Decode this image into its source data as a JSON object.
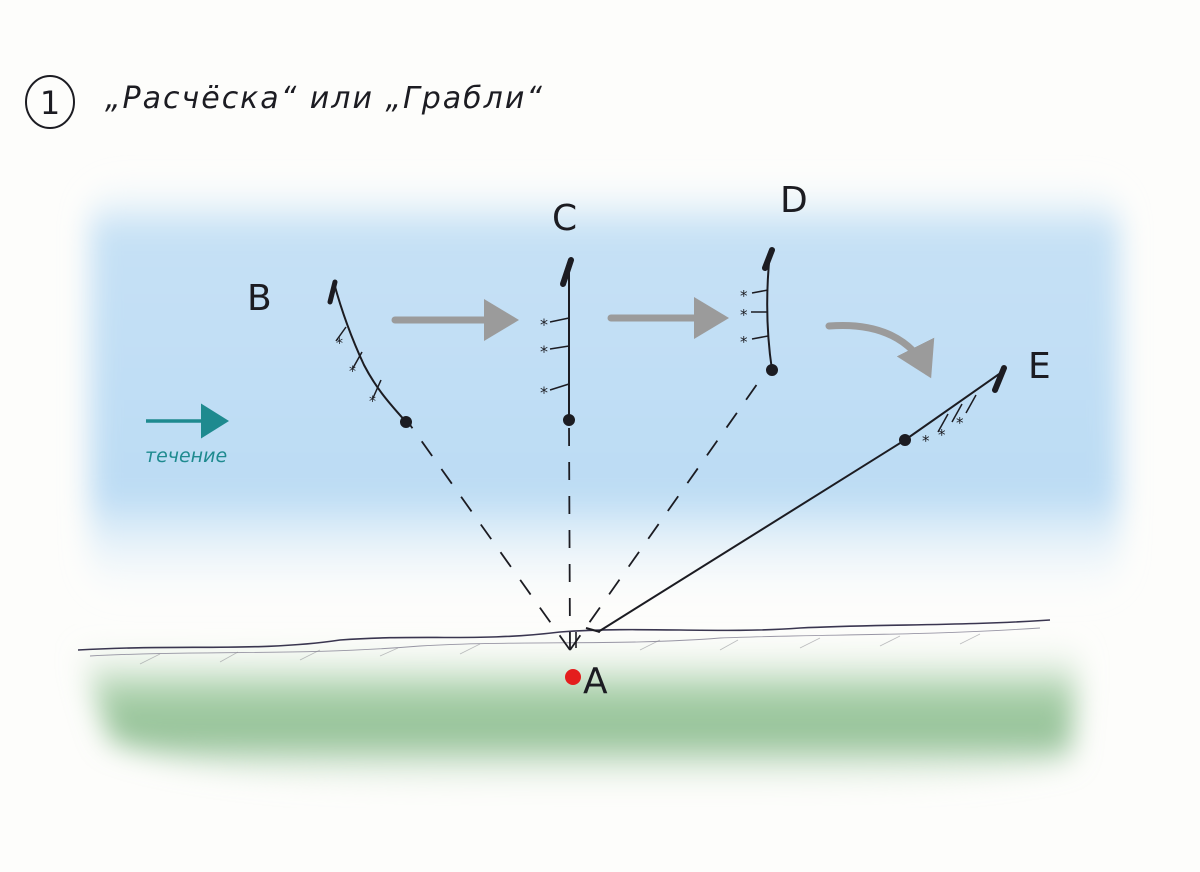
{
  "title": {
    "number": "1",
    "text": "„Расчёска“ или „Грабли“"
  },
  "current": {
    "label": "течение",
    "color": "#1e8a8f"
  },
  "points": {
    "A": "A",
    "B": "B",
    "C": "C",
    "D": "D",
    "E": "E"
  },
  "colors": {
    "water": "#bcdcf4",
    "bank": "#8fbf92",
    "ink": "#1c1c22",
    "gray_arrow": "#9b9b9b",
    "angler": "#e41d1d"
  }
}
